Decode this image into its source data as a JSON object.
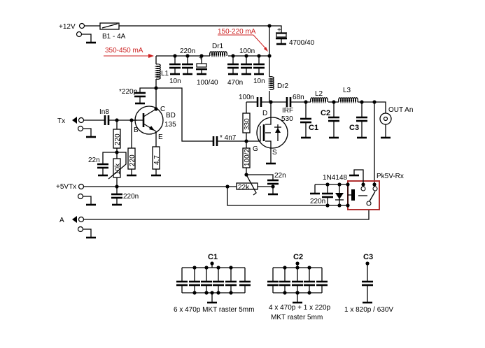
{
  "power": {
    "v12": "+12V",
    "fuse": "B1 - 4A",
    "cap_main": "4700/40",
    "plus": "+"
  },
  "currents": {
    "stage1": "350-450 mA",
    "stage2": "150-220 mA",
    "color": "#cc2020"
  },
  "supply_filter": {
    "c_220n": "220n",
    "c_10n_a": "10n",
    "c_elko": "100/40",
    "choke1": "Dr1",
    "c_100n": "100n",
    "c_470n": "470n",
    "c_10n_b": "10n",
    "choke2": "Dr2",
    "plus": "+"
  },
  "driver": {
    "l1": "L1",
    "c_fb": "*220p",
    "c_in": "In8",
    "c_base": "22n",
    "r_base_top": "220",
    "r_pot": "10k",
    "r_base": "220",
    "r_emitter": "4.7",
    "pin_c": "C",
    "pin_b": "B",
    "pin_e": "E",
    "tr_type": "BD",
    "tr_num": "135",
    "c_coupling": "* 4n7"
  },
  "inputs": {
    "tx": "Tx",
    "v5": "+5VTx",
    "a": "A",
    "c_5v": "220n"
  },
  "pa": {
    "c_drain": "100n",
    "c_out": "68n",
    "r_gate_top": "330",
    "r_gate_bot": "100/2",
    "r_bias": "22k",
    "c_bias": "22n",
    "pin_d": "D",
    "pin_g": "G",
    "pin_s": "S",
    "fet_type": "IRF",
    "fet_num": "530"
  },
  "filter": {
    "c1": "C1",
    "c2": "C2",
    "c3": "C3",
    "l2": "L2",
    "l3": "L3",
    "out": "OUT An"
  },
  "relay": {
    "name": "Pk5V-Rx",
    "diode": "1N4148",
    "cap": "220n",
    "highlight_color": "#b03030"
  },
  "details": {
    "c1": {
      "title": "C1",
      "desc": "6 x 470p MKT raster 5mm"
    },
    "c2": {
      "title": "C2",
      "desc1": "4 x 470p + 1 x 220p",
      "desc2": "MKT raster 5mm"
    },
    "c3": {
      "title": "C3",
      "desc": "1 x 820p / 630V"
    }
  }
}
